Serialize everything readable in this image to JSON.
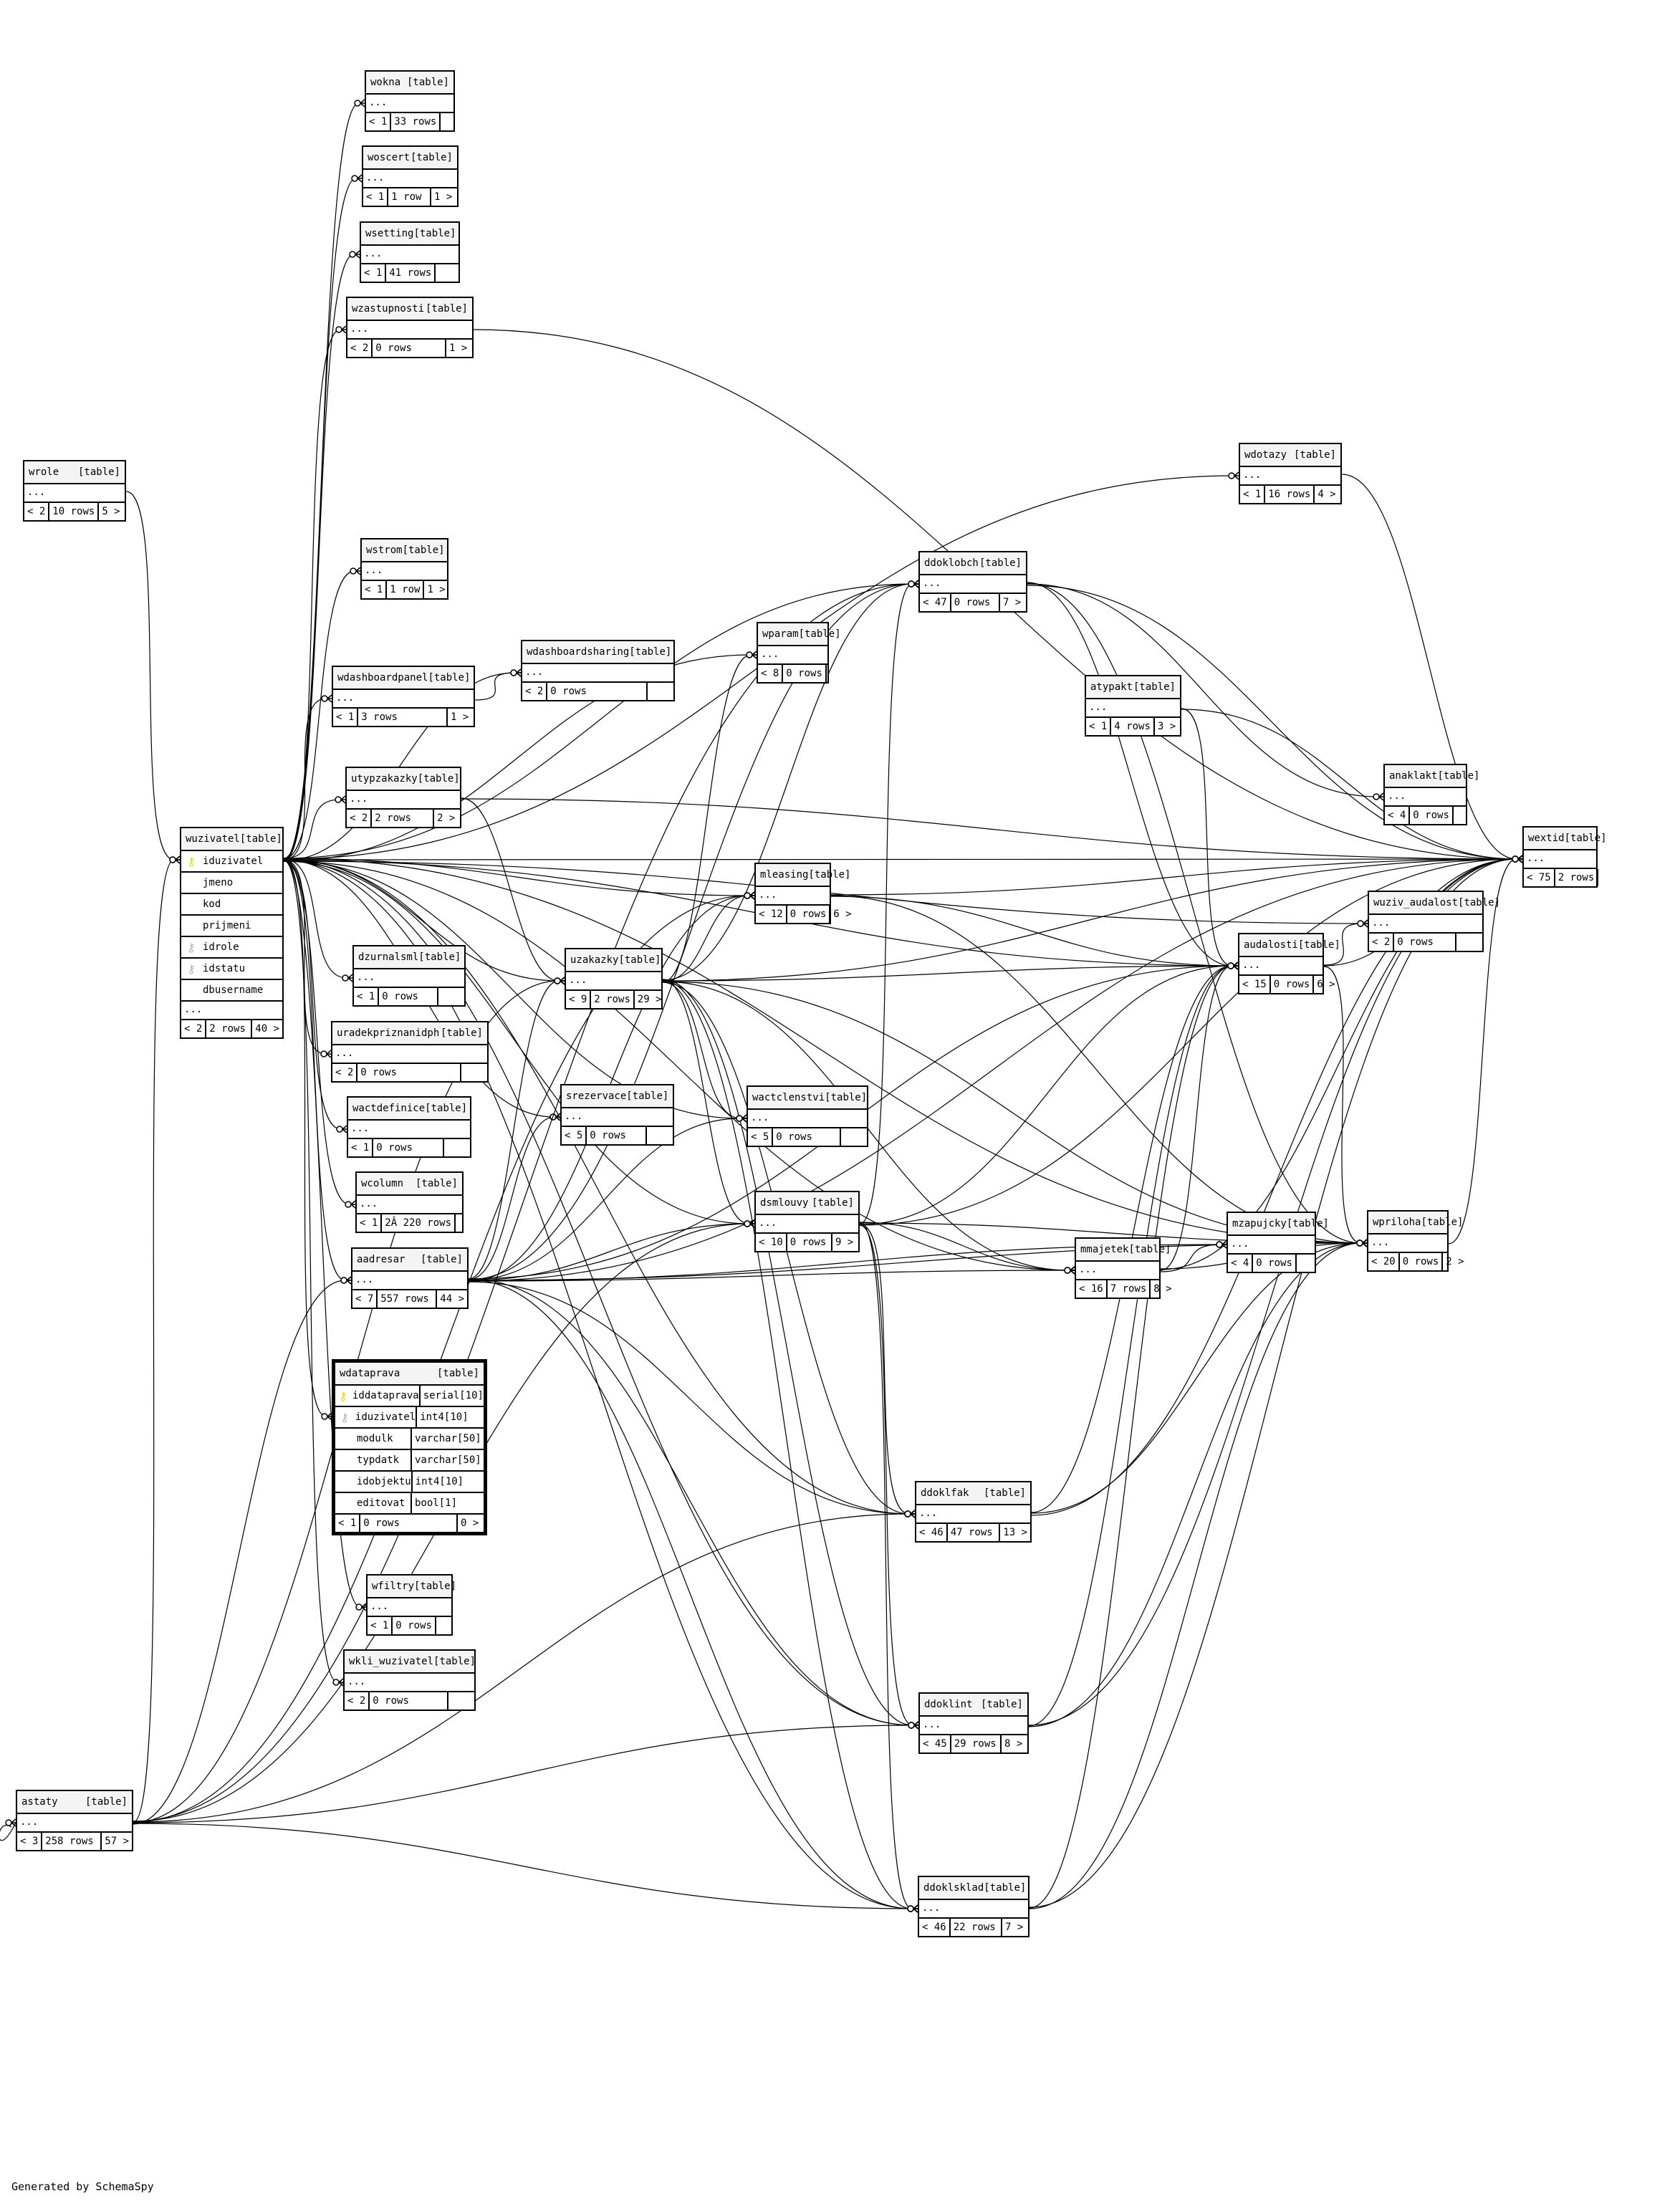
{
  "diagram": {
    "footer": "Generated by SchemaSpy",
    "table_tag": "[table]",
    "ellipsis": "...",
    "colors": {
      "pk_key": "#e6d600",
      "fk_key": "#b4b4b4",
      "header_bg": "#f4f4f4",
      "line": "#000000"
    },
    "tables": [
      {
        "name": "wrole",
        "parents": "< 2",
        "rows": "10 rows",
        "children": "5 >"
      },
      {
        "name": "wokna",
        "parents": "< 1",
        "rows": "33 rows",
        "children": ""
      },
      {
        "name": "woscert",
        "parents": "< 1",
        "rows": "1 row",
        "children": "1 >"
      },
      {
        "name": "wsetting",
        "parents": "< 1",
        "rows": "41 rows",
        "children": ""
      },
      {
        "name": "wzastupnosti",
        "parents": "< 2",
        "rows": "0 rows",
        "children": "1 >"
      },
      {
        "name": "wstrom",
        "parents": "< 1",
        "rows": "1 row",
        "children": "1 >"
      },
      {
        "name": "wdashboardpanel",
        "parents": "< 1",
        "rows": "3 rows",
        "children": "1 >"
      },
      {
        "name": "wdashboardsharing",
        "parents": "< 2",
        "rows": "0 rows",
        "children": ""
      },
      {
        "name": "utypzakazky",
        "parents": "< 2",
        "rows": "2 rows",
        "children": "2 >"
      },
      {
        "name": "wuzivatel",
        "parents": "< 2",
        "rows": "2 rows",
        "children": "40 >",
        "columns": [
          {
            "name": "iduzivatel",
            "key": "pk"
          },
          {
            "name": "jmeno",
            "key": ""
          },
          {
            "name": "kod",
            "key": ""
          },
          {
            "name": "prijmeni",
            "key": ""
          },
          {
            "name": "idrole",
            "key": "fk"
          },
          {
            "name": "idstatu",
            "key": "fk"
          },
          {
            "name": "dbusername",
            "key": ""
          }
        ],
        "more": "..."
      },
      {
        "name": "dzurnalsml",
        "parents": "< 1",
        "rows": "0 rows",
        "children": ""
      },
      {
        "name": "uradekpriznanidph",
        "parents": "< 2",
        "rows": "0 rows",
        "children": ""
      },
      {
        "name": "wactdefinice",
        "parents": "< 1",
        "rows": "0 rows",
        "children": ""
      },
      {
        "name": "wcolumn",
        "parents": "< 1",
        "rows": "2Â 220 rows",
        "children": ""
      },
      {
        "name": "aadresar",
        "parents": "< 7",
        "rows": "557 rows",
        "children": "44 >"
      },
      {
        "name": "wdataprava",
        "parents": "< 1",
        "rows": "0 rows",
        "children": "0 >",
        "focus": true,
        "columns": [
          {
            "name": "iddataprava",
            "key": "pk",
            "type": "serial[10]"
          },
          {
            "name": "iduzivatel",
            "key": "fk",
            "type": "int4[10]"
          },
          {
            "name": "modulk",
            "key": "",
            "type": "varchar[50]"
          },
          {
            "name": "typdatk",
            "key": "",
            "type": "varchar[50]"
          },
          {
            "name": "idobjektu",
            "key": "",
            "type": "int4[10]"
          },
          {
            "name": "editovat",
            "key": "",
            "type": "bool[1]"
          }
        ]
      },
      {
        "name": "wfiltry",
        "parents": "< 1",
        "rows": "0 rows",
        "children": ""
      },
      {
        "name": "wkli_wuzivatel",
        "parents": "< 2",
        "rows": "0 rows",
        "children": ""
      },
      {
        "name": "astaty",
        "parents": "< 3",
        "rows": "258 rows",
        "children": "57 >"
      },
      {
        "name": "wparam",
        "parents": "< 8",
        "rows": "0 rows",
        "children": ""
      },
      {
        "name": "mleasing",
        "parents": "< 12",
        "rows": "0 rows",
        "children": "6 >"
      },
      {
        "name": "uzakazky",
        "parents": "< 9",
        "rows": "2 rows",
        "children": "29 >"
      },
      {
        "name": "srezervace",
        "parents": "< 5",
        "rows": "0 rows",
        "children": ""
      },
      {
        "name": "wactclenstvi",
        "parents": "< 5",
        "rows": "0 rows",
        "children": ""
      },
      {
        "name": "dsmlouvy",
        "parents": "< 10",
        "rows": "0 rows",
        "children": "9 >"
      },
      {
        "name": "ddoklobch",
        "parents": "< 47",
        "rows": "0 rows",
        "children": "7 >"
      },
      {
        "name": "atypakt",
        "parents": "< 1",
        "rows": "4 rows",
        "children": "3 >"
      },
      {
        "name": "wdotazy",
        "parents": "< 1",
        "rows": "16 rows",
        "children": "4 >"
      },
      {
        "name": "anaklakt",
        "parents": "< 4",
        "rows": "0 rows",
        "children": ""
      },
      {
        "name": "wextid",
        "parents": "< 75",
        "rows": "2 rows",
        "children": ""
      },
      {
        "name": "wuziv_audalost",
        "parents": "< 2",
        "rows": "0 rows",
        "children": ""
      },
      {
        "name": "audalosti",
        "parents": "< 15",
        "rows": "0 rows",
        "children": "6 >"
      },
      {
        "name": "mmajetek",
        "parents": "< 16",
        "rows": "7 rows",
        "children": "8 >"
      },
      {
        "name": "mzapujcky",
        "parents": "< 4",
        "rows": "0 rows",
        "children": ""
      },
      {
        "name": "wpriloha",
        "parents": "< 20",
        "rows": "0 rows",
        "children": "2 >"
      },
      {
        "name": "ddoklfak",
        "parents": "< 46",
        "rows": "47 rows",
        "children": "13 >"
      },
      {
        "name": "ddoklint",
        "parents": "< 45",
        "rows": "29 rows",
        "children": "8 >"
      },
      {
        "name": "ddoklsklad",
        "parents": "< 46",
        "rows": "22 rows",
        "children": "7 >"
      }
    ],
    "relationships": [
      [
        "wrole",
        "wuzivatel"
      ],
      [
        "astaty",
        "wuzivatel"
      ],
      [
        "wuzivatel",
        "wokna"
      ],
      [
        "wuzivatel",
        "woscert"
      ],
      [
        "wuzivatel",
        "wsetting"
      ],
      [
        "wuzivatel",
        "wzastupnosti"
      ],
      [
        "wuzivatel",
        "wstrom"
      ],
      [
        "wuzivatel",
        "wdashboardpanel"
      ],
      [
        "wuzivatel",
        "wdashboardsharing"
      ],
      [
        "wdashboardpanel",
        "wdashboardsharing"
      ],
      [
        "wuzivatel",
        "utypzakazky"
      ],
      [
        "wuzivatel",
        "dzurnalsml"
      ],
      [
        "wuzivatel",
        "uradekpriznanidph"
      ],
      [
        "wuzivatel",
        "wactdefinice"
      ],
      [
        "wuzivatel",
        "wcolumn"
      ],
      [
        "wuzivatel",
        "aadresar"
      ],
      [
        "wuzivatel",
        "wdataprava"
      ],
      [
        "wuzivatel",
        "wfiltry"
      ],
      [
        "wuzivatel",
        "wkli_wuzivatel"
      ],
      [
        "wuzivatel",
        "wparam"
      ],
      [
        "wuzivatel",
        "mleasing"
      ],
      [
        "wuzivatel",
        "uzakazky"
      ],
      [
        "wuzivatel",
        "srezervace"
      ],
      [
        "wuzivatel",
        "wactclenstvi"
      ],
      [
        "wuzivatel",
        "dsmlouvy"
      ],
      [
        "wuzivatel",
        "ddoklobch"
      ],
      [
        "wuzivatel",
        "wdotazy"
      ],
      [
        "wuzivatel",
        "wextid"
      ],
      [
        "wuzivatel",
        "audalosti"
      ],
      [
        "wuzivatel",
        "mmajetek"
      ],
      [
        "wuzivatel",
        "wpriloha"
      ],
      [
        "wuzivatel",
        "ddoklfak"
      ],
      [
        "wuzivatel",
        "ddoklint"
      ],
      [
        "wuzivatel",
        "ddoklsklad"
      ],
      [
        "wuzivatel",
        "wuziv_audalost"
      ],
      [
        "utypzakazky",
        "uzakazky"
      ],
      [
        "utypzakazky",
        "wextid"
      ],
      [
        "wzastupnosti",
        "wextid"
      ],
      [
        "uzakazky",
        "mleasing"
      ],
      [
        "uzakazky",
        "wactclenstvi"
      ],
      [
        "uzakazky",
        "dsmlouvy"
      ],
      [
        "uzakazky",
        "ddoklobch"
      ],
      [
        "uzakazky",
        "audalosti"
      ],
      [
        "uzakazky",
        "wpriloha"
      ],
      [
        "uzakazky",
        "ddoklfak"
      ],
      [
        "uzakazky",
        "ddoklint"
      ],
      [
        "uzakazky",
        "ddoklsklad"
      ],
      [
        "uzakazky",
        "wextid"
      ],
      [
        "uzakazky",
        "mmajetek"
      ],
      [
        "uzakazky",
        "wparam"
      ],
      [
        "aadresar",
        "uzakazky"
      ],
      [
        "aadresar",
        "srezervace"
      ],
      [
        "aadresar",
        "dsmlouvy"
      ],
      [
        "aadresar",
        "mmajetek"
      ],
      [
        "aadresar",
        "ddoklfak"
      ],
      [
        "aadresar",
        "ddoklint"
      ],
      [
        "aadresar",
        "ddoklsklad"
      ],
      [
        "aadresar",
        "wpriloha"
      ],
      [
        "aadresar",
        "wextid"
      ],
      [
        "aadresar",
        "mleasing"
      ],
      [
        "aadresar",
        "audalosti"
      ],
      [
        "aadresar",
        "ddoklobch"
      ],
      [
        "aadresar",
        "wactclenstvi"
      ],
      [
        "aadresar",
        "mzapujcky"
      ],
      [
        "astaty",
        "astaty"
      ],
      [
        "astaty",
        "ddoklobch"
      ],
      [
        "astaty",
        "ddoklfak"
      ],
      [
        "astaty",
        "ddoklint"
      ],
      [
        "astaty",
        "ddoklsklad"
      ],
      [
        "astaty",
        "aadresar"
      ],
      [
        "astaty",
        "dsmlouvy"
      ],
      [
        "astaty",
        "mleasing"
      ],
      [
        "astaty",
        "uzakazky"
      ],
      [
        "dsmlouvy",
        "ddoklfak"
      ],
      [
        "dsmlouvy",
        "ddoklint"
      ],
      [
        "dsmlouvy",
        "ddoklsklad"
      ],
      [
        "dsmlouvy",
        "wpriloha"
      ],
      [
        "dsmlouvy",
        "ddoklobch"
      ],
      [
        "dsmlouvy",
        "audalosti"
      ],
      [
        "dsmlouvy",
        "wextid"
      ],
      [
        "dsmlouvy",
        "mmajetek"
      ],
      [
        "mleasing",
        "wextid"
      ],
      [
        "mleasing",
        "wpriloha"
      ],
      [
        "mleasing",
        "audalosti"
      ],
      [
        "ddoklobch",
        "wextid"
      ],
      [
        "ddoklobch",
        "audalosti"
      ],
      [
        "ddoklobch",
        "wpriloha"
      ],
      [
        "ddoklobch",
        "anaklakt"
      ],
      [
        "atypakt",
        "audalosti"
      ],
      [
        "atypakt",
        "wextid"
      ],
      [
        "wdotazy",
        "wextid"
      ],
      [
        "audalosti",
        "wuziv_audalost"
      ],
      [
        "audalosti",
        "wextid"
      ],
      [
        "audalosti",
        "wpriloha"
      ],
      [
        "mmajetek",
        "mzapujcky"
      ],
      [
        "mmajetek",
        "wpriloha"
      ],
      [
        "mmajetek",
        "wextid"
      ],
      [
        "mmajetek",
        "audalosti"
      ],
      [
        "wpriloha",
        "wextid"
      ],
      [
        "ddoklfak",
        "wextid"
      ],
      [
        "ddoklfak",
        "audalosti"
      ],
      [
        "ddoklfak",
        "wpriloha"
      ],
      [
        "ddoklint",
        "wextid"
      ],
      [
        "ddoklint",
        "audalosti"
      ],
      [
        "ddoklint",
        "wpriloha"
      ],
      [
        "ddoklsklad",
        "wextid"
      ],
      [
        "ddoklsklad",
        "audalosti"
      ],
      [
        "ddoklsklad",
        "wpriloha"
      ]
    ]
  }
}
